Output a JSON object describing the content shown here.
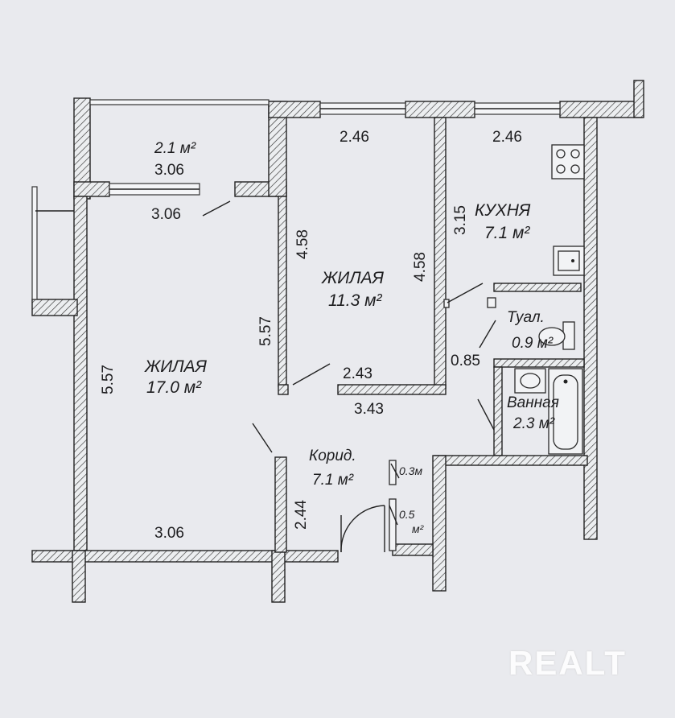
{
  "plan": {
    "balcony": {
      "area": "2.1 м²",
      "dim_top": "3.06",
      "dim_bottom": "3.06"
    },
    "living_big": {
      "name": "ЖИЛАЯ",
      "area": "17.0 м²",
      "dim_left": "5.57",
      "dim_right": "5.57",
      "dim_bottom": "3.06"
    },
    "living_small": {
      "name": "ЖИЛАЯ",
      "area": "11.3 м²",
      "dim_top": "2.46",
      "dim_left": "4.58",
      "dim_right": "4.58",
      "dim_inner": "2.43",
      "dim_outer": "3.43"
    },
    "kitchen": {
      "name": "КУХНЯ",
      "area": "7.1 м²",
      "dim_top": "2.46",
      "dim_left": "3.15"
    },
    "toilet": {
      "name": "Туал.",
      "area": "0.9 м²",
      "dim_left": "0.85"
    },
    "bathroom": {
      "name": "Ванная",
      "area": "2.3 м²"
    },
    "corridor": {
      "name": "Корид.",
      "area": "7.1 м²",
      "dim_left": "2.44"
    },
    "closet_1": {
      "area": "0.3м"
    },
    "closet_2": {
      "area_value": "0.5",
      "area_unit": "м²"
    }
  },
  "watermark": "RealT"
}
